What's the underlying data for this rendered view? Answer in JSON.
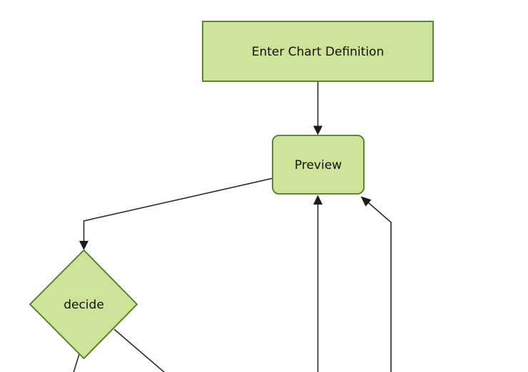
{
  "diagram": {
    "type": "flowchart",
    "direction": "top-down",
    "colors": {
      "background": "#ffffff",
      "node_fill": "#cde498",
      "node_border": "#4e7a28",
      "edge_line": "#2b2b2b",
      "arrow_fill": "#1c1c1c",
      "label_text": "#111111"
    },
    "nodes": [
      {
        "id": "enter-chart-definition",
        "label": "Enter Chart Definition",
        "shape": "rectangle"
      },
      {
        "id": "preview",
        "label": "Preview",
        "shape": "rounded-rectangle"
      },
      {
        "id": "decide",
        "label": "decide",
        "shape": "diamond"
      }
    ],
    "edges": [
      {
        "from": "enter-chart-definition",
        "to": "preview",
        "style": "arrow"
      },
      {
        "from": "preview",
        "to": "decide",
        "style": "arrow"
      },
      {
        "from": "decide",
        "to": "offscreen-bottom-left",
        "style": "line-cropped"
      },
      {
        "from": "decide",
        "to": "offscreen-bottom-right",
        "style": "line-cropped"
      },
      {
        "from": "offscreen-bottom-center",
        "to": "preview",
        "style": "arrow"
      },
      {
        "from": "offscreen-bottom-right",
        "to": "preview",
        "style": "arrow"
      }
    ]
  }
}
